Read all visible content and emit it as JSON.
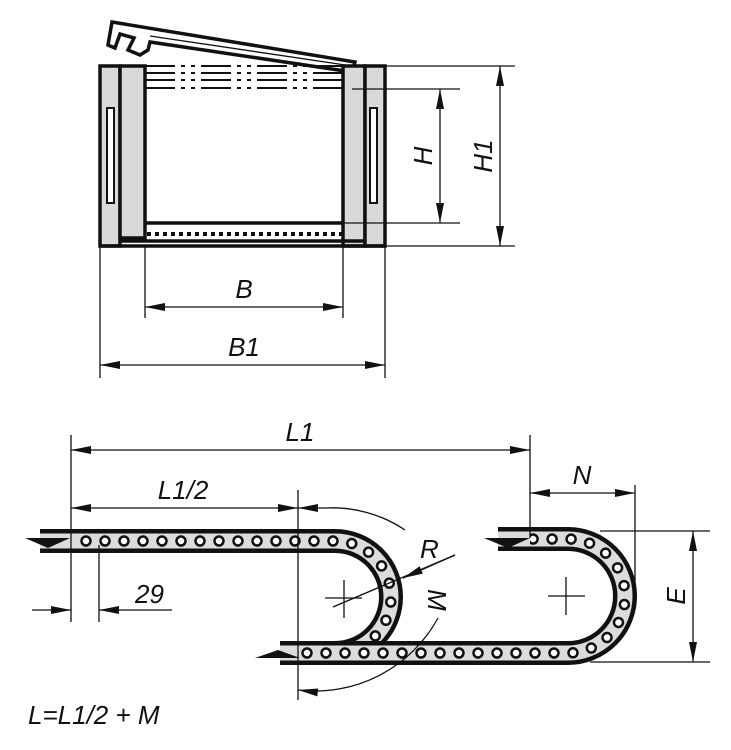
{
  "cross_section": {
    "labels": {
      "H": "H",
      "H1": "H1",
      "B": "B",
      "B1": "B1"
    }
  },
  "side_view": {
    "labels": {
      "L1": "L1",
      "L1_half": "L1/2",
      "N": "N",
      "R": "R",
      "M": "M",
      "E": "E",
      "pitch": "29"
    }
  },
  "formula": "L=L1/2 + M",
  "colors": {
    "line": "#111111",
    "fill": "#d9d9d9"
  }
}
